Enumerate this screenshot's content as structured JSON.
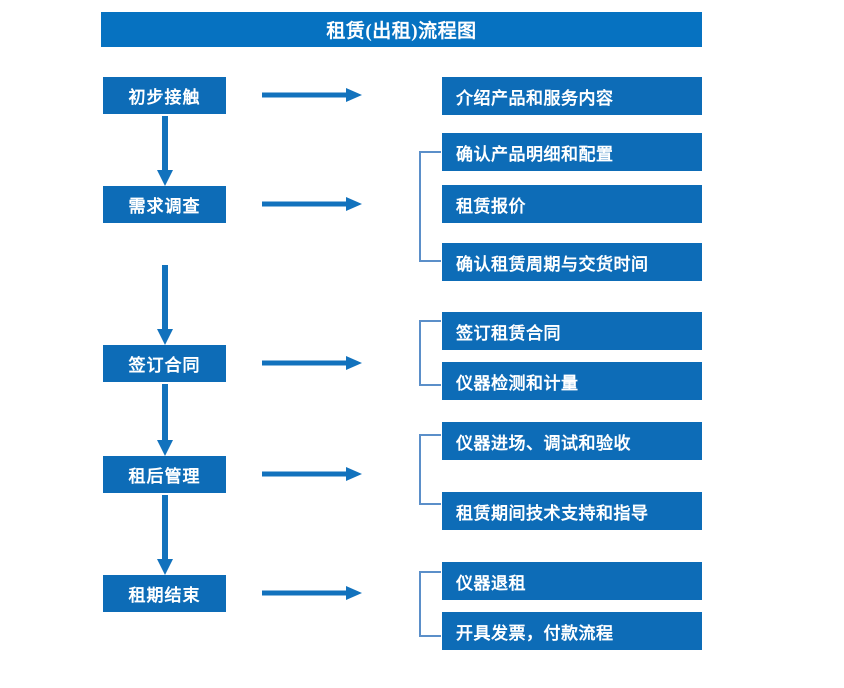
{
  "chart_data": {
    "type": "diagram",
    "title": "租赁(出租)流程图",
    "diagram_kind": "flowchart",
    "orientation": "vertical-with-branches",
    "accent_color": "#0d6cb7",
    "title_bar_color": "#0672c1",
    "connector_color": "#5b8fc9",
    "text_color": "#ffffff",
    "background": "#ffffff"
  },
  "header": {
    "title": "租赁(出租)流程图"
  },
  "flow": {
    "stages": [
      {
        "id": "stage-1",
        "label": "初步接触",
        "details": [
          "介绍产品和服务内容"
        ],
        "has_bracket": false,
        "has_arrow_to_next": true
      },
      {
        "id": "stage-2",
        "label": "需求调查",
        "details": [
          "确认产品明细和配置",
          "租赁报价",
          "确认租赁周期与交货时间"
        ],
        "has_bracket": true,
        "has_arrow_to_next": true
      },
      {
        "id": "stage-3",
        "label": "签订合同",
        "details": [
          "签订租赁合同",
          "仪器检测和计量"
        ],
        "has_bracket": true,
        "has_arrow_to_next": true
      },
      {
        "id": "stage-4",
        "label": "租后管理",
        "details": [
          "仪器进场、调试和验收",
          "租赁期间技术支持和指导"
        ],
        "has_bracket": true,
        "has_arrow_to_next": true
      },
      {
        "id": "stage-5",
        "label": "租期结束",
        "details": [
          "仪器退租",
          "开具发票，付款流程"
        ],
        "has_bracket": true,
        "has_arrow_to_next": false
      }
    ]
  },
  "nodes": {
    "stage_1": "初步接触",
    "stage_2": "需求调查",
    "stage_3": "签订合同",
    "stage_4": "租后管理",
    "stage_5": "租期结束",
    "detail_1_1": "介绍产品和服务内容",
    "detail_2_1": "确认产品明细和配置",
    "detail_2_2": "租赁报价",
    "detail_2_3": "确认租赁周期与交货时间",
    "detail_3_1": "签订租赁合同",
    "detail_3_2": "仪器检测和计量",
    "detail_4_1": "仪器进场、调试和验收",
    "detail_4_2": "租赁期间技术支持和指导",
    "detail_5_1": "仪器退租",
    "detail_5_2": "开具发票，付款流程"
  }
}
